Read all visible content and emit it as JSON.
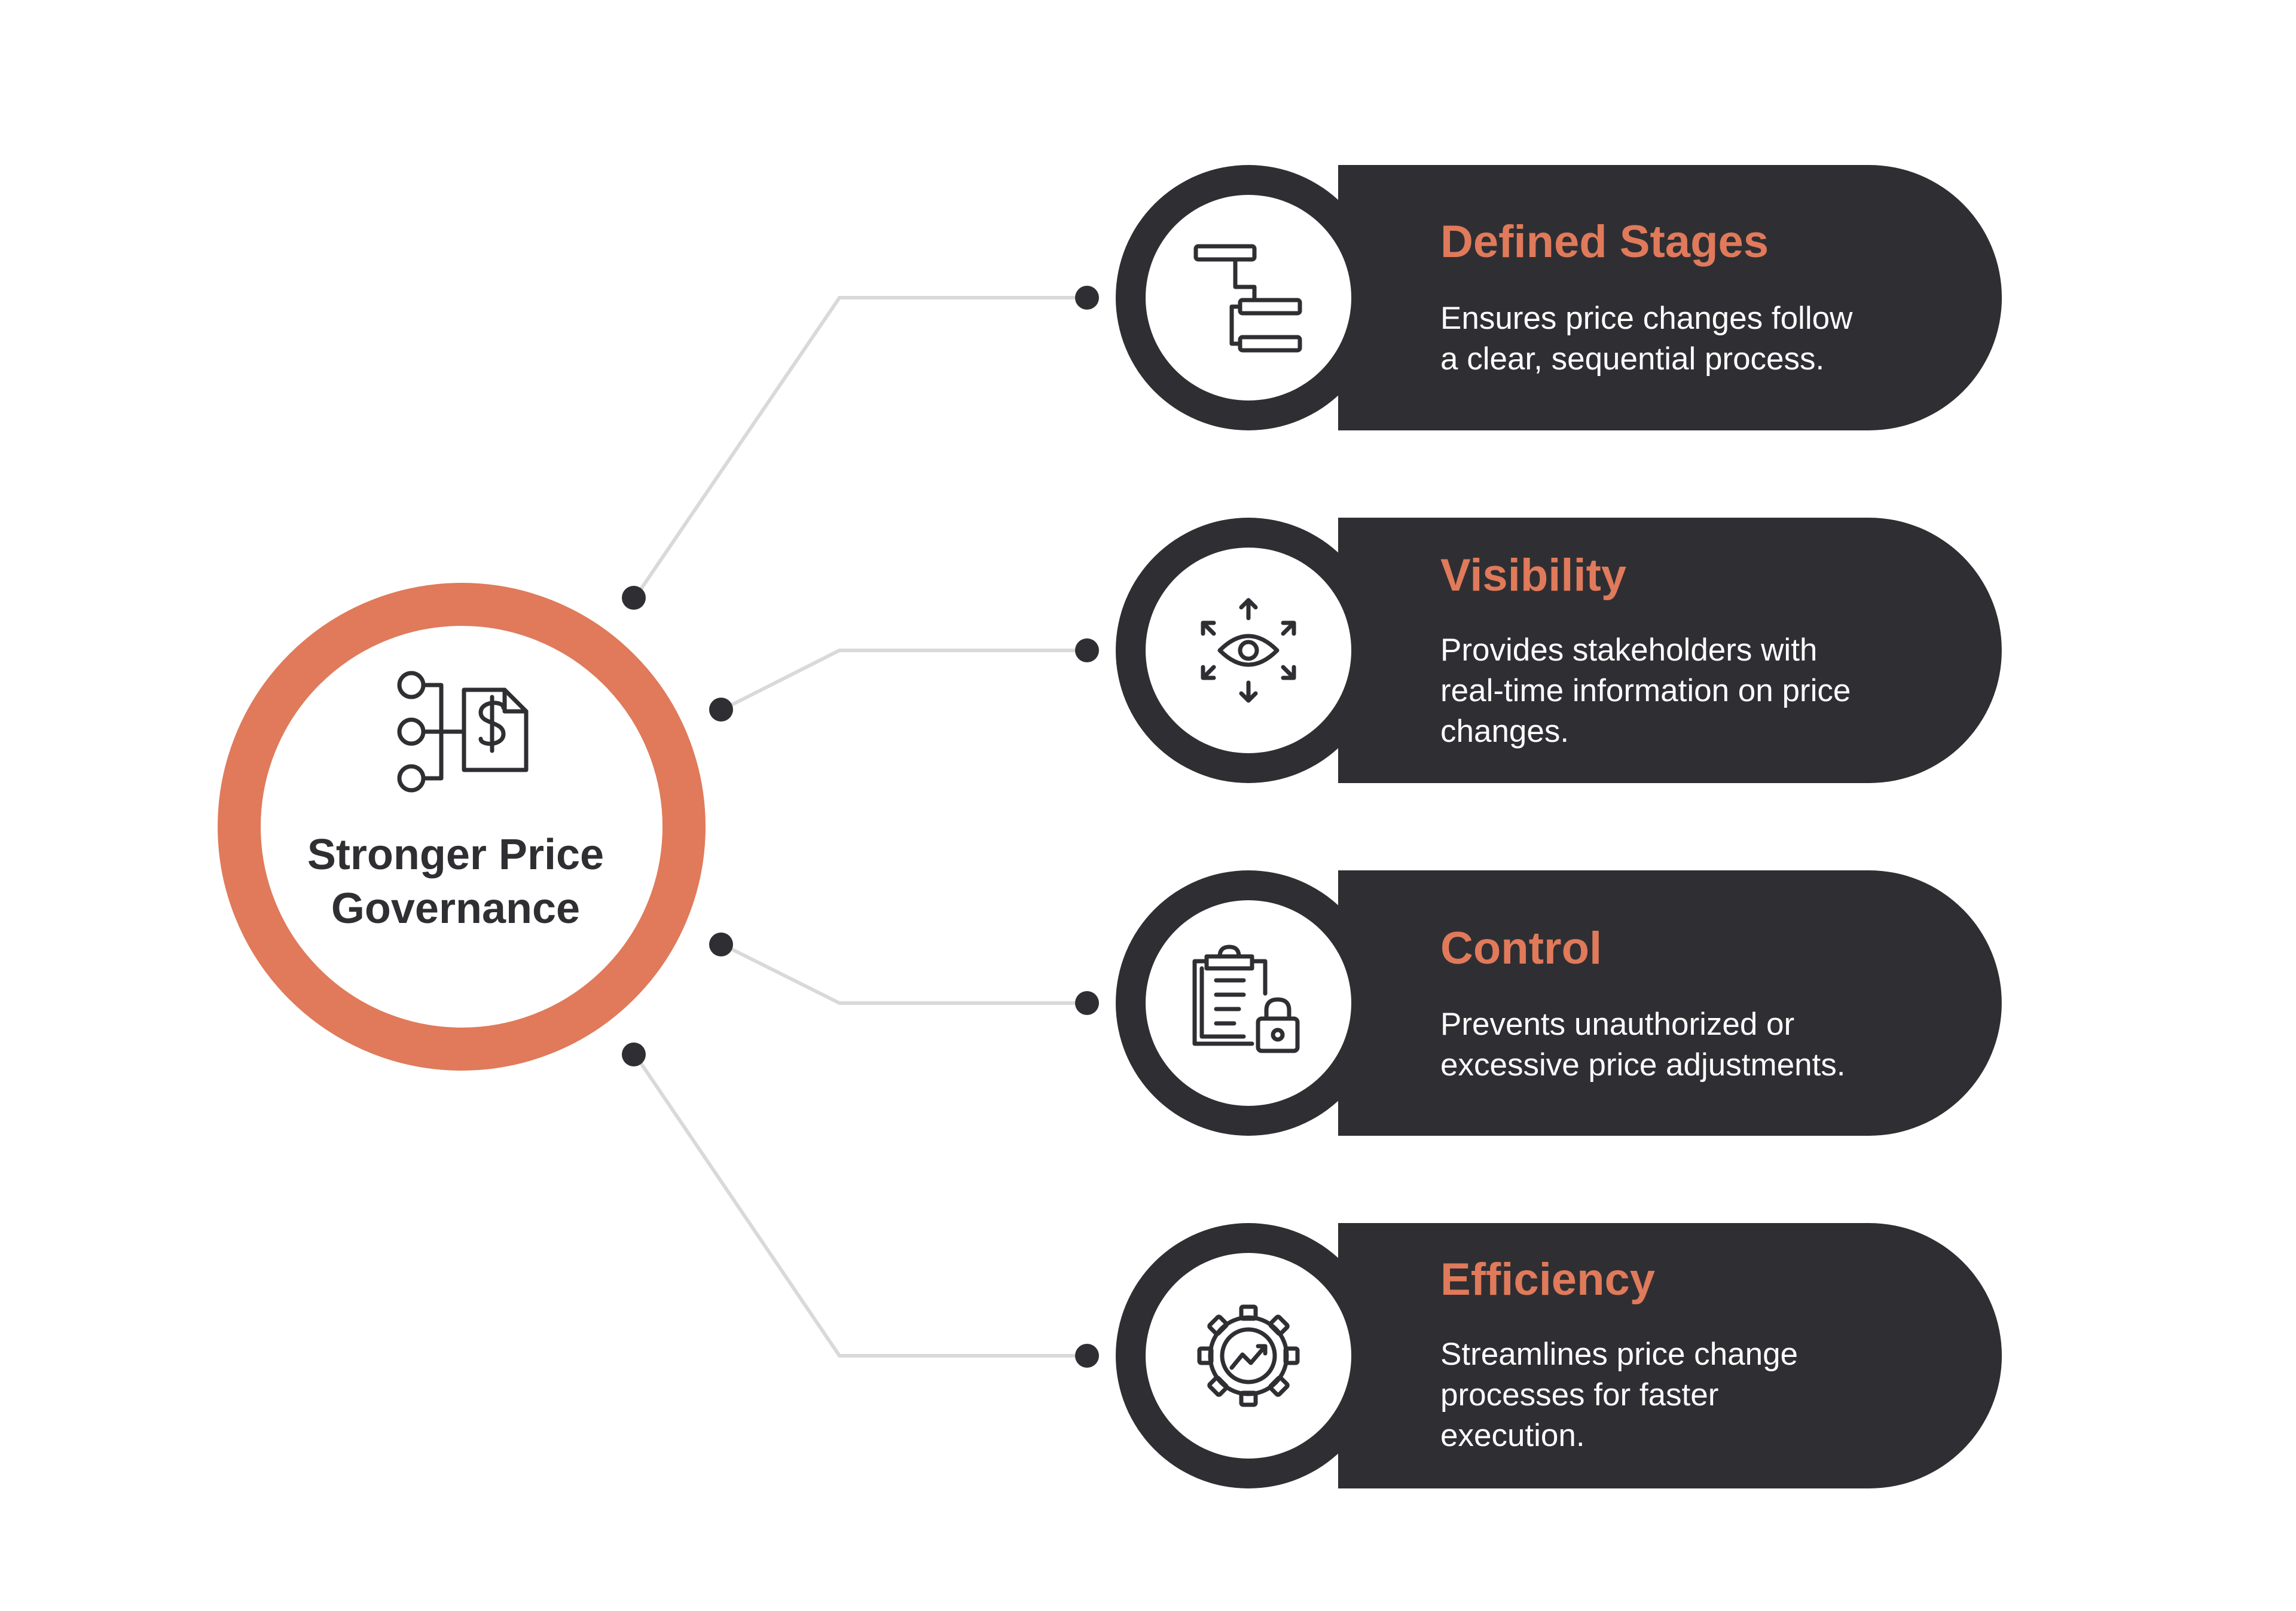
{
  "colors": {
    "accent": "#E07A5A",
    "dark": "#2F2F33",
    "connector": "#D9D9D9",
    "background": "#FFFFFF"
  },
  "center": {
    "title_lines": [
      "Stronger Price",
      "Governance"
    ],
    "icon": "flowchart-dollar-document-icon"
  },
  "items": [
    {
      "title": "Defined Stages",
      "description_lines": [
        "Ensures price changes follow",
        "a clear, sequential process."
      ],
      "icon": "stages-hierarchy-icon"
    },
    {
      "title": "Visibility",
      "description_lines": [
        "Provides stakeholders with",
        "real-time information on price",
        "changes."
      ],
      "icon": "eye-arrows-icon"
    },
    {
      "title": "Control",
      "description_lines": [
        "Prevents unauthorized or",
        "excessive price adjustments."
      ],
      "icon": "clipboard-lock-icon"
    },
    {
      "title": "Efficiency",
      "description_lines": [
        "Streamlines price change",
        "processes for faster",
        "execution."
      ],
      "icon": "gear-chart-icon"
    }
  ]
}
